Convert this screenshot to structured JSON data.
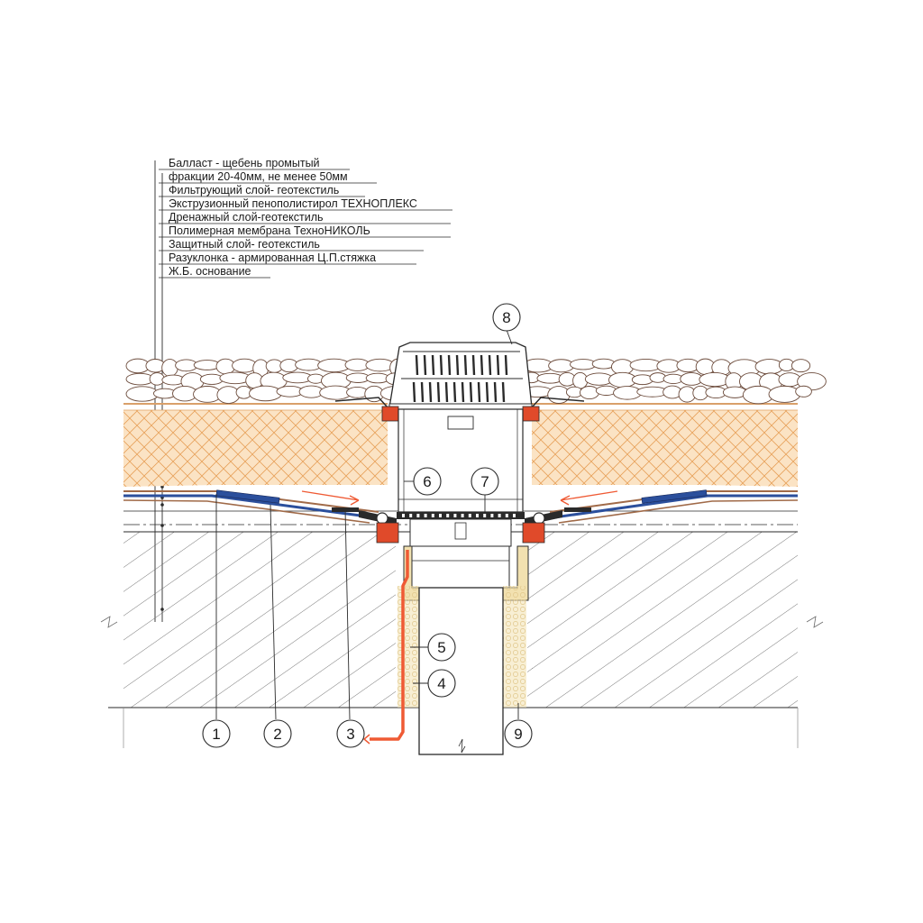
{
  "legend": [
    "Балласт - щебень промытый",
    "фракции 20-40мм, не менее 50мм",
    "Фильтрующий слой- геотекстиль",
    "Экструзионный пенополистирол ТЕХНОПЛЕКС",
    "Дренажный слой-геотекстиль",
    "Полимерная мембрана ТехноНИКОЛЬ",
    "Защитный слой- геотекстиль",
    "Разуклонка - армированная Ц.П.стяжка",
    "Ж.Б. основание"
  ],
  "callouts": [
    "1",
    "2",
    "3",
    "4",
    "5",
    "6",
    "7",
    "8",
    "9"
  ],
  "colors": {
    "line": "#2a2a2a",
    "gravel_fill": "#ffffff",
    "gravel_stroke": "#6b4a3a",
    "insulation_fill": "#fbe3c4",
    "insulation_hatch": "#e6a15a",
    "membrane": "#2b4f9c",
    "geotextile": "#a06a48",
    "concrete_hatch": "#6a6a6a",
    "sealant": "#f2e1b0",
    "heating_cable": "#ef5a34",
    "clamp_red": "#e04a2a",
    "drain_body": "#ffffff"
  }
}
